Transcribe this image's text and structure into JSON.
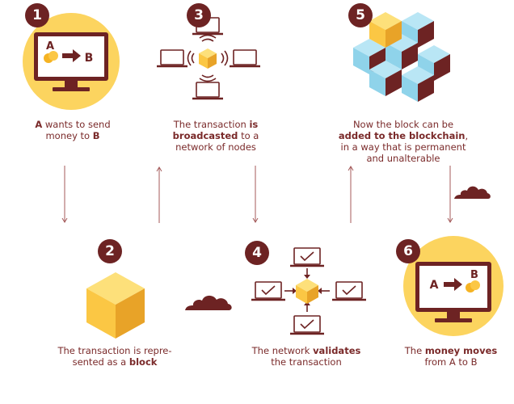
{
  "steps": [
    {
      "number": "1",
      "parts": [
        {
          "t": "A",
          "b": true
        },
        {
          "t": " wants to send",
          "b": false
        },
        {
          "br": true
        },
        {
          "t": "money to ",
          "b": false
        },
        {
          "t": "B",
          "b": true
        }
      ]
    },
    {
      "number": "2",
      "parts": [
        {
          "t": "The transaction is repre-",
          "b": false
        },
        {
          "br": true
        },
        {
          "t": "sented as a ",
          "b": false
        },
        {
          "t": "block",
          "b": true
        }
      ]
    },
    {
      "number": "3",
      "parts": [
        {
          "t": "The transaction ",
          "b": false
        },
        {
          "t": "is",
          "b": true
        },
        {
          "br": true
        },
        {
          "t": "broadcasted",
          "b": true
        },
        {
          "t": " to a",
          "b": false
        },
        {
          "br": true
        },
        {
          "t": "network of nodes",
          "b": false
        }
      ]
    },
    {
      "number": "4",
      "parts": [
        {
          "t": "The network ",
          "b": false
        },
        {
          "t": "validates",
          "b": true
        },
        {
          "br": true
        },
        {
          "t": "the transaction",
          "b": false
        }
      ]
    },
    {
      "number": "5",
      "parts": [
        {
          "t": "Now the block can be",
          "b": false
        },
        {
          "br": true
        },
        {
          "t": "added to the blockchain",
          "b": true
        },
        {
          "t": ",",
          "b": false
        },
        {
          "br": true
        },
        {
          "t": "in a way that is permanent",
          "b": false
        },
        {
          "br": true
        },
        {
          "t": "and unalterable",
          "b": false
        }
      ]
    },
    {
      "number": "6",
      "parts": [
        {
          "t": "The ",
          "b": false
        },
        {
          "t": "money moves",
          "b": true
        },
        {
          "br": true
        },
        {
          "t": "from A to B",
          "b": false
        }
      ]
    }
  ],
  "monitor_1": {
    "sender": "A",
    "receiver": "B"
  },
  "monitor_6": {
    "sender": "A",
    "receiver": "B"
  },
  "colors": {
    "accent": "#6d2323",
    "yellow": "#fcd45f",
    "cube_light": "#fbc744",
    "cube_dark": "#e8a328",
    "blue": "#8fd3ea",
    "text": "#7a2a2a"
  }
}
